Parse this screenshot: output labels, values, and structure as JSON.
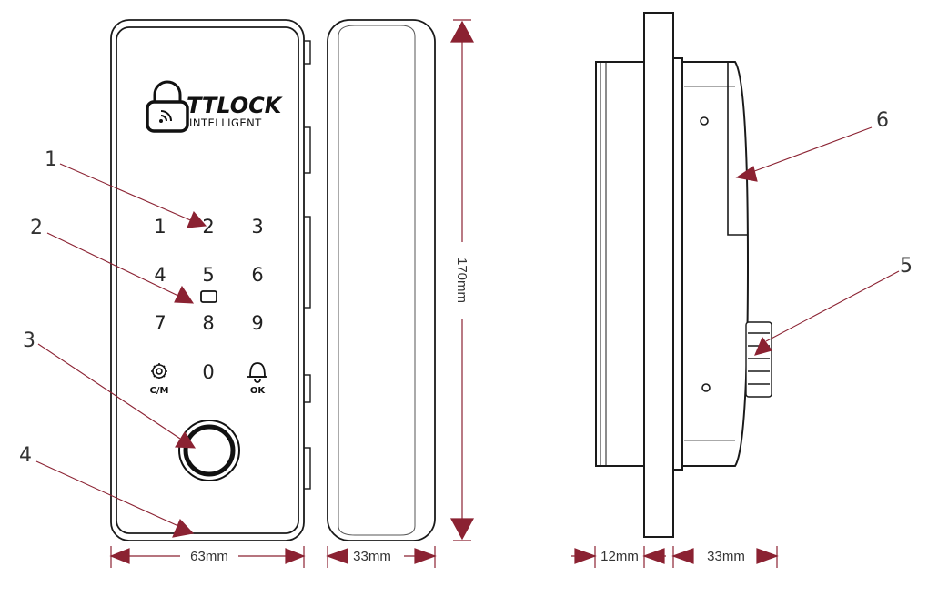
{
  "brand": {
    "name": "TTLOCK",
    "tagline": "INTELLIGENT"
  },
  "keypad": {
    "digits": [
      "1",
      "2",
      "3",
      "4",
      "5",
      "6",
      "7",
      "8",
      "9",
      "0"
    ],
    "left_function_label": "C/M",
    "right_function_label": "OK"
  },
  "callouts": [
    "1",
    "2",
    "3",
    "4",
    "5",
    "6"
  ],
  "dimensions": {
    "height": "170mm",
    "front_width": "63mm",
    "front_depth": "33mm",
    "side_glass": "12mm",
    "side_depth": "33mm"
  },
  "colors": {
    "annotation": "#8b2232",
    "outline": "#1a1a1a"
  },
  "icons": [
    "padlock-wifi-icon",
    "gear-icon",
    "bell-icon",
    "card-reader-icon",
    "fingerprint-sensor-icon"
  ]
}
